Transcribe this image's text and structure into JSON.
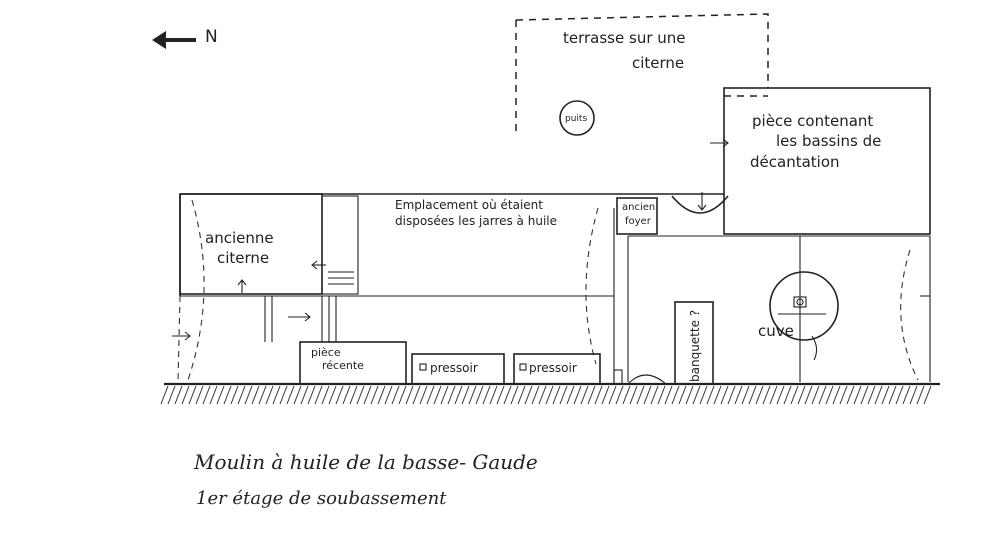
{
  "north": {
    "label": "N"
  },
  "rooms": {
    "terrasse": "terrasse sur une",
    "terrasse_2": "citerne",
    "puits": "puits",
    "bassins": "pièce contenant",
    "bassins_2": "les bassins de",
    "bassins_3": "décantation",
    "jarres": "Emplacement où étaient",
    "jarres_2": "disposées les jarres à huile",
    "ancien_foyer": "ancien",
    "ancien_foyer_2": "foyer",
    "citerne": "ancienne",
    "citerne_2": "citerne",
    "piece_recente": "pièce",
    "piece_recente_2": "récente",
    "pressoir_1": "pressoir",
    "pressoir_2": "pressoir",
    "banquette": "banquette ?",
    "cuve": "cuve"
  },
  "caption": {
    "title": "Moulin à huile de la basse- Gaude",
    "subtitle": "1er étage de soubassement"
  }
}
